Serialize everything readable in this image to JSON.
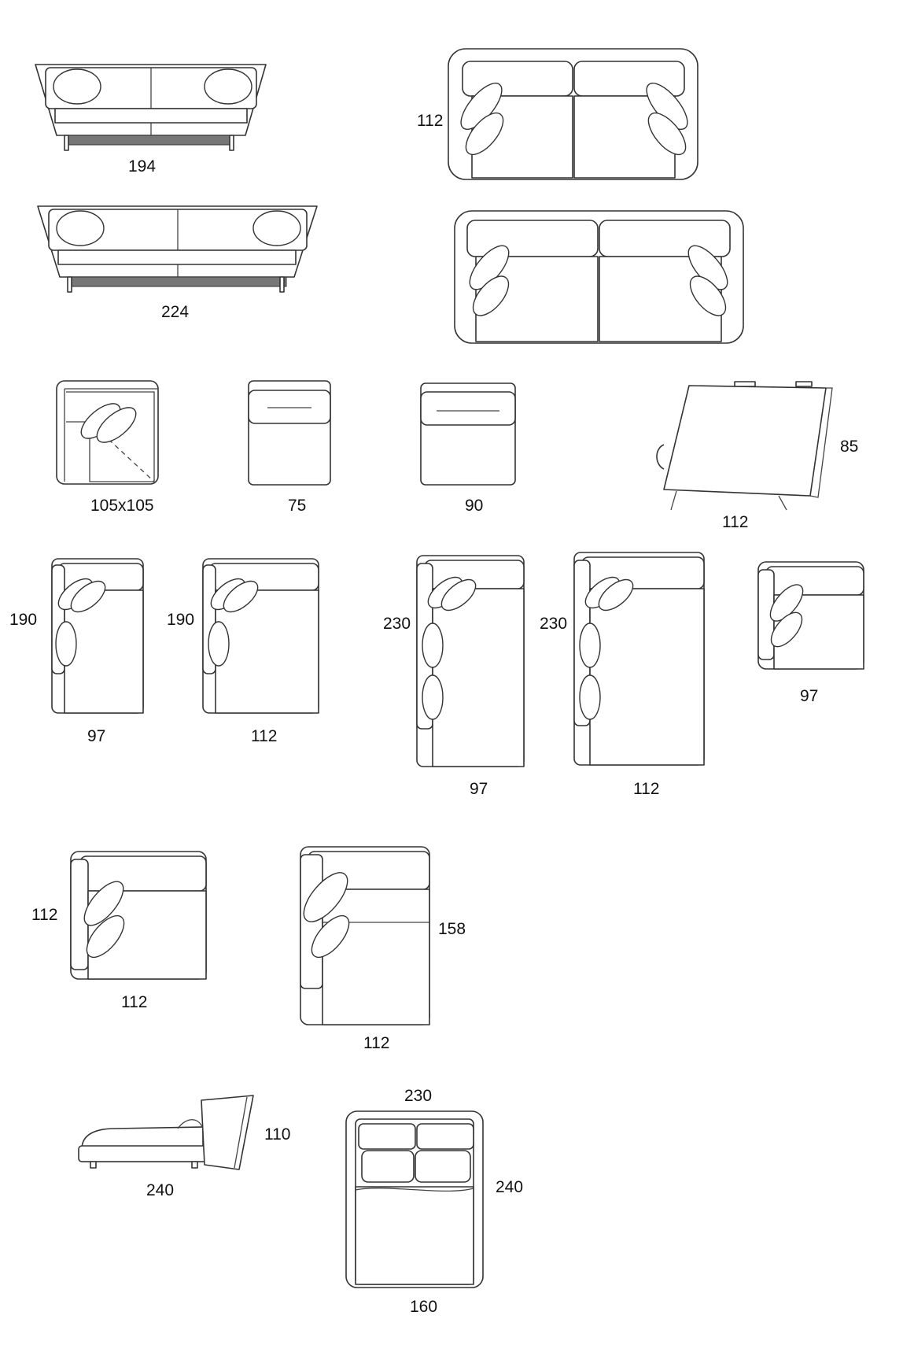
{
  "dimensions": [
    {
      "id": "sofa-194-width",
      "text": "194"
    },
    {
      "id": "sofa-top-112-depth",
      "text": "112"
    },
    {
      "id": "sofa-224-width",
      "text": "224"
    },
    {
      "id": "corner-size",
      "text": "105x105"
    },
    {
      "id": "module-75",
      "text": "75"
    },
    {
      "id": "module-90",
      "text": "90"
    },
    {
      "id": "side-height",
      "text": "85"
    },
    {
      "id": "side-depth",
      "text": "112"
    },
    {
      "id": "chaise-a-length",
      "text": "190"
    },
    {
      "id": "chaise-a-width",
      "text": "97"
    },
    {
      "id": "chaise-b-length",
      "text": "190"
    },
    {
      "id": "chaise-b-width",
      "text": "112"
    },
    {
      "id": "chaise-c-length",
      "text": "230"
    },
    {
      "id": "chaise-c-width",
      "text": "97"
    },
    {
      "id": "chaise-d-length",
      "text": "230"
    },
    {
      "id": "chaise-d-width",
      "text": "112"
    },
    {
      "id": "armchair-width",
      "text": "97"
    },
    {
      "id": "square-depth",
      "text": "112"
    },
    {
      "id": "square-width",
      "text": "112"
    },
    {
      "id": "long-depth",
      "text": "158"
    },
    {
      "id": "long-width",
      "text": "112"
    },
    {
      "id": "bed-side-height",
      "text": "110"
    },
    {
      "id": "bed-side-length",
      "text": "240"
    },
    {
      "id": "bed-top-width-outer",
      "text": "230"
    },
    {
      "id": "bed-top-length",
      "text": "240"
    },
    {
      "id": "bed-top-mattress",
      "text": "160"
    }
  ],
  "colors": {
    "line": "#333333",
    "base": "#777777",
    "background": "#ffffff"
  }
}
